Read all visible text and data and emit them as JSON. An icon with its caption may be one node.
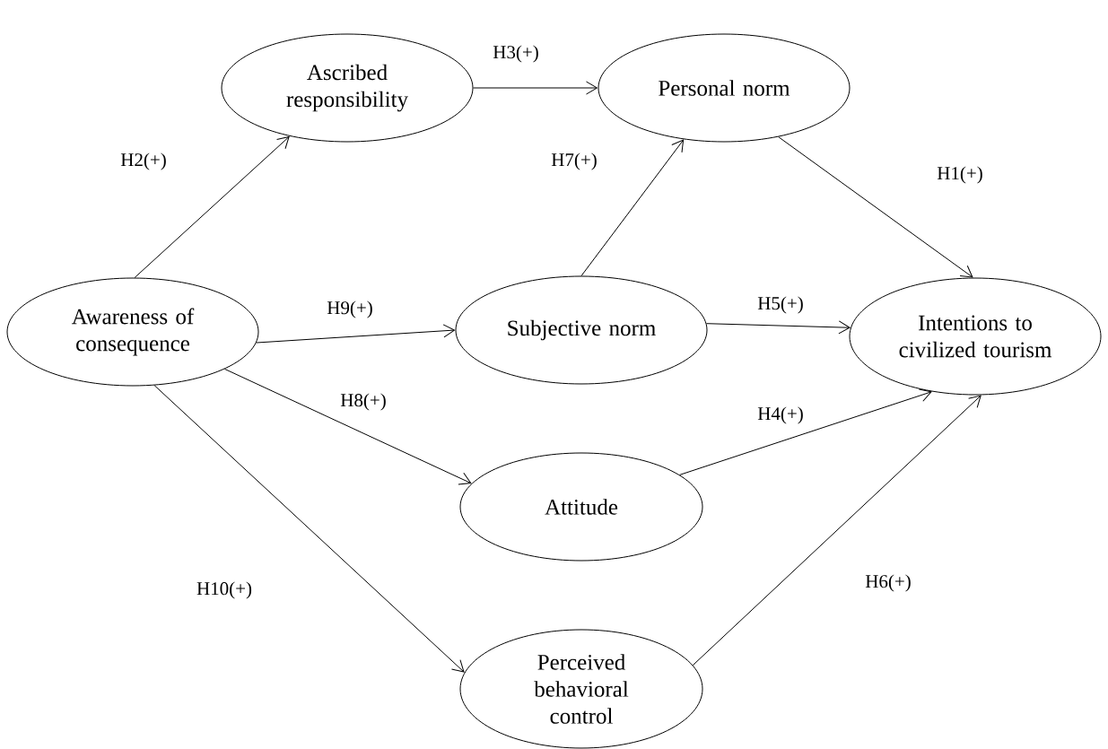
{
  "diagram": {
    "nodes": [
      {
        "text": [
          "Awareness of consequence"
        ]
      },
      {
        "text": [
          "Ascribed responsibility"
        ]
      },
      {
        "text": [
          "Personal norm"
        ]
      },
      {
        "text": [
          "Subjective norm"
        ]
      },
      {
        "text": [
          "Intentions to civilized tourism"
        ]
      },
      {
        "text": [
          "Attitude"
        ]
      },
      {
        "text": [
          "Perceived behavioral control"
        ]
      }
    ],
    "edges": [
      {
        "from": 0,
        "to": 1,
        "arrow": "to",
        "label": "H2(+)"
      },
      {
        "from": 1,
        "to": 2,
        "arrow": "to",
        "label": "H3(+)"
      },
      {
        "from": 2,
        "to": 4,
        "arrow": "to",
        "label": "H1(+)"
      },
      {
        "from": 3,
        "to": 2,
        "arrow": "to",
        "label": "H7(+)"
      },
      {
        "from": 0,
        "to": 3,
        "arrow": "to",
        "label": "H9(+)"
      },
      {
        "from": 3,
        "to": 4,
        "arrow": "to",
        "label": "H5(+)"
      },
      {
        "from": 0,
        "to": 5,
        "arrow": "to",
        "label": "H8(+)"
      },
      {
        "from": 5,
        "to": 4,
        "arrow": "to",
        "label": "H4(+)"
      },
      {
        "from": 0,
        "to": 6,
        "arrow": "to",
        "label": "H10(+)"
      },
      {
        "from": 6,
        "to": 4,
        "arrow": "to",
        "label": "H6(+)"
      }
    ]
  }
}
